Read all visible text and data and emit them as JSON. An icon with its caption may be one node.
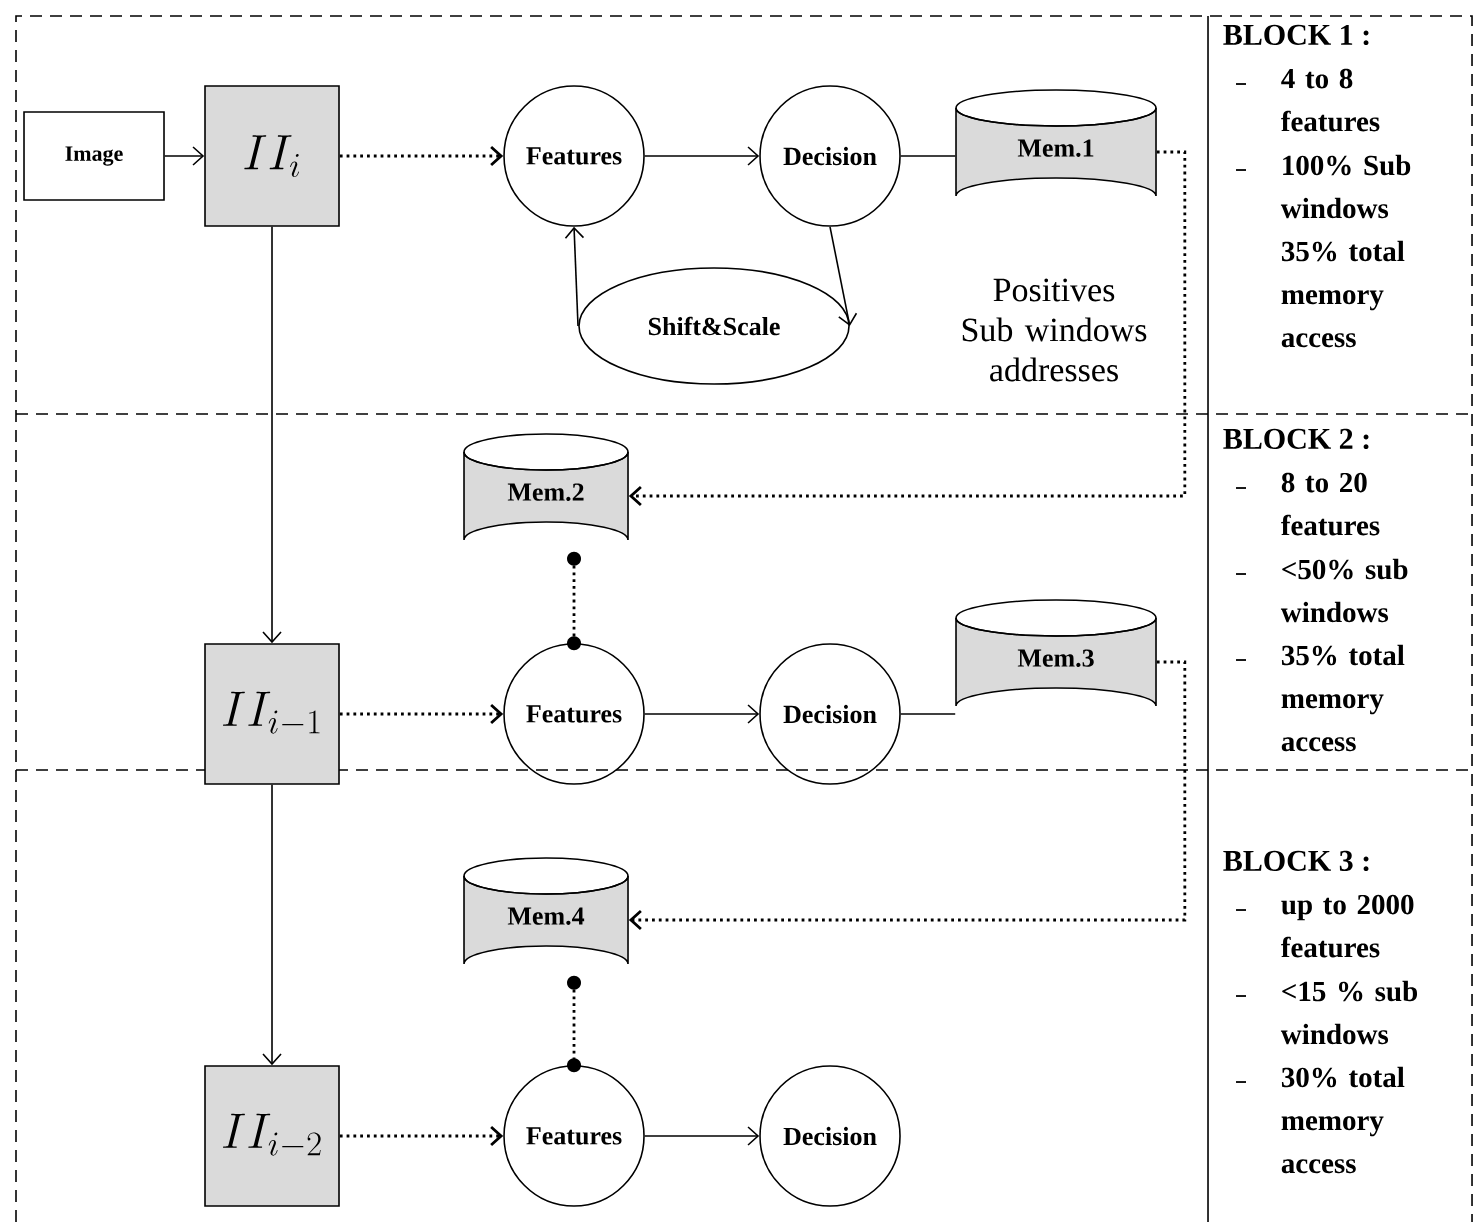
{
  "diagram": {
    "nodes": [
      {
        "text": [
          "Image"
        ]
      },
      {
        "text": [
          "II_i"
        ]
      },
      {
        "text": [
          "Features"
        ]
      },
      {
        "text": [
          "Decision"
        ]
      },
      {
        "text": [
          "Mem.1"
        ]
      },
      {
        "text": [
          "Shift&Scale"
        ]
      },
      {
        "text": [
          "Mem.2"
        ]
      },
      {
        "text": [
          "II_{i-1}"
        ]
      },
      {
        "text": [
          "Features"
        ]
      },
      {
        "text": [
          "Decision"
        ]
      },
      {
        "text": [
          "Mem.3"
        ]
      },
      {
        "text": [
          "Mem.4"
        ]
      },
      {
        "text": [
          "II_{i-2}"
        ]
      },
      {
        "text": [
          "Features"
        ]
      },
      {
        "text": [
          "Decision"
        ]
      }
    ],
    "edges": [
      {
        "from": 0,
        "to": 1,
        "arrow": "to"
      },
      {
        "from": 1,
        "to": 2,
        "arrow": "to",
        "style": "dashed"
      },
      {
        "from": 2,
        "to": 3,
        "arrow": "to"
      },
      {
        "from": 3,
        "to": 4,
        "arrow": "none"
      },
      {
        "from": 3,
        "to": 5,
        "arrow": "to"
      },
      {
        "from": 5,
        "to": 2,
        "arrow": "to"
      },
      {
        "from": 4,
        "to": 6,
        "arrow": "to",
        "style": "dashed",
        "label": "Positives Sub windows addresses"
      },
      {
        "from": 1,
        "to": 7,
        "arrow": "to"
      },
      {
        "from": 7,
        "to": 8,
        "arrow": "to",
        "style": "dashed"
      },
      {
        "from": 8,
        "to": 9,
        "arrow": "to"
      },
      {
        "from": 9,
        "to": 10,
        "arrow": "none"
      },
      {
        "from": 6,
        "to": 8,
        "arrow": "other",
        "style": "dashed"
      },
      {
        "from": 10,
        "to": 11,
        "arrow": "to",
        "style": "dashed"
      },
      {
        "from": 7,
        "to": 12,
        "arrow": "to"
      },
      {
        "from": 12,
        "to": 13,
        "arrow": "to",
        "style": "dashed"
      },
      {
        "from": 13,
        "to": 14,
        "arrow": "to"
      },
      {
        "from": 11,
        "to": 13,
        "arrow": "other",
        "style": "dashed"
      }
    ],
    "labels": [
      "BLOCK 1 :",
      "4 to 8 features",
      "100% Sub windows 35% total memory access",
      "BLOCK 2 :",
      "8 to 20 features",
      "<50% sub windows",
      "35% total memory access",
      "BLOCK 3 :",
      "up to 2000 features",
      "<15 % sub windows",
      "30% total memory access"
    ]
  }
}
